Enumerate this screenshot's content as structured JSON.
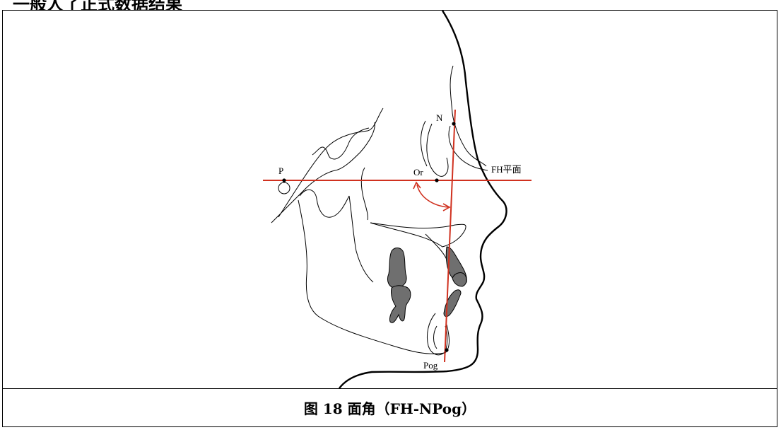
{
  "top_fragment_text": "一般人了正式数据结果",
  "figure": {
    "labels": {
      "N": "N",
      "P": "P",
      "Or": "Or",
      "FH": "FH平面",
      "Pog": "Pog"
    },
    "line_color": "#d0311f",
    "tooth_fill": "#6f6f6f"
  },
  "caption": "图 18 面角（FH-NPog）"
}
